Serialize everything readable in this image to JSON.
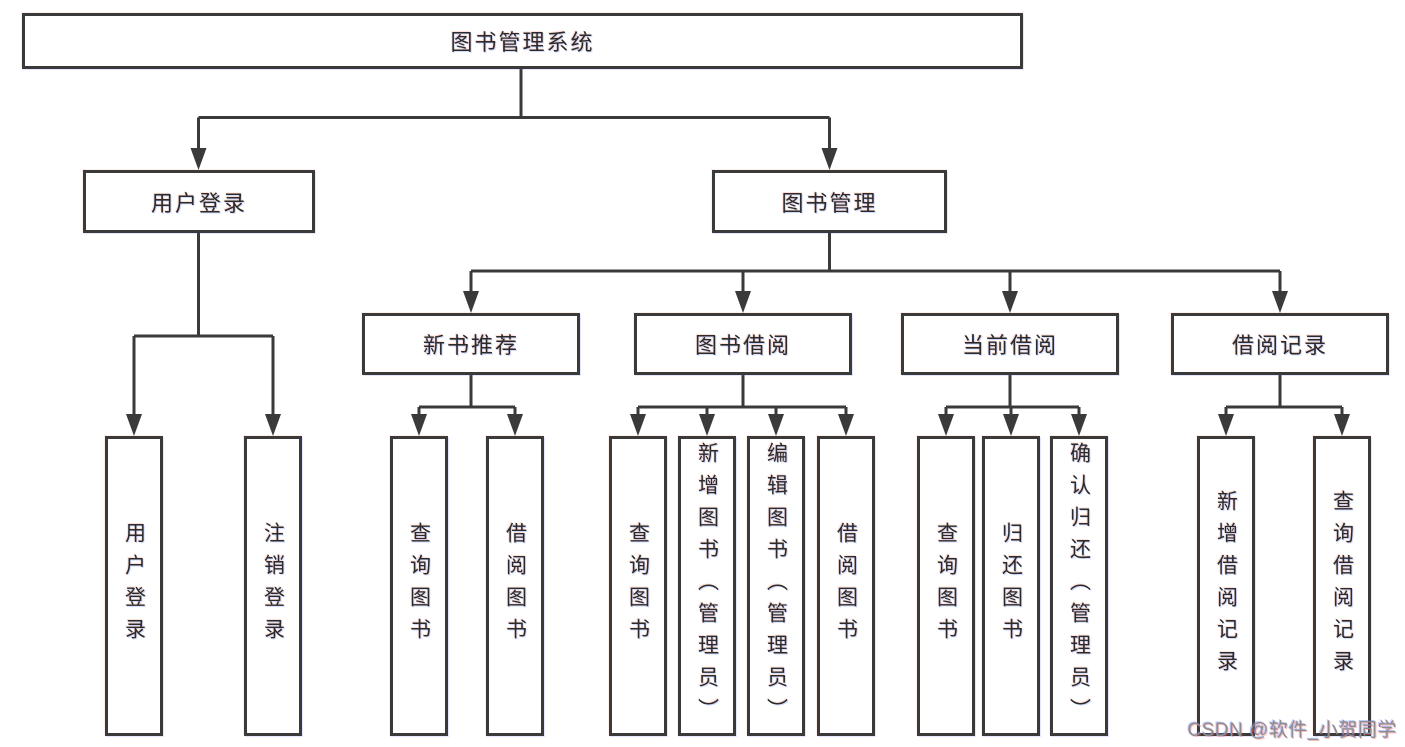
{
  "nodes": {
    "root": "图书管理系统",
    "user_login": "用户登录",
    "book_management": "图书管理",
    "new_book_recommend": "新书推荐",
    "book_borrow": "图书借阅",
    "current_borrow": "当前借阅",
    "borrow_records": "借阅记录"
  },
  "leaves": {
    "login": [
      "用户登录",
      "注销登录"
    ],
    "recommend": [
      "查询图书",
      "借阅图书"
    ],
    "borrow": [
      "查询图书",
      "新增图书（管理员）",
      "编辑图书（管理员）",
      "借阅图书"
    ],
    "current": [
      "查询图书",
      "归还图书",
      "确认归还（管理员）"
    ],
    "records": [
      "新增借阅记录",
      "查询借阅记录"
    ]
  },
  "watermark": "CSDN @软件_小贺同学",
  "colors": {
    "line": "#3a3a3a",
    "text": "#2b2b2b",
    "watermark": "#8d8d8d",
    "background": "#ffffff"
  }
}
